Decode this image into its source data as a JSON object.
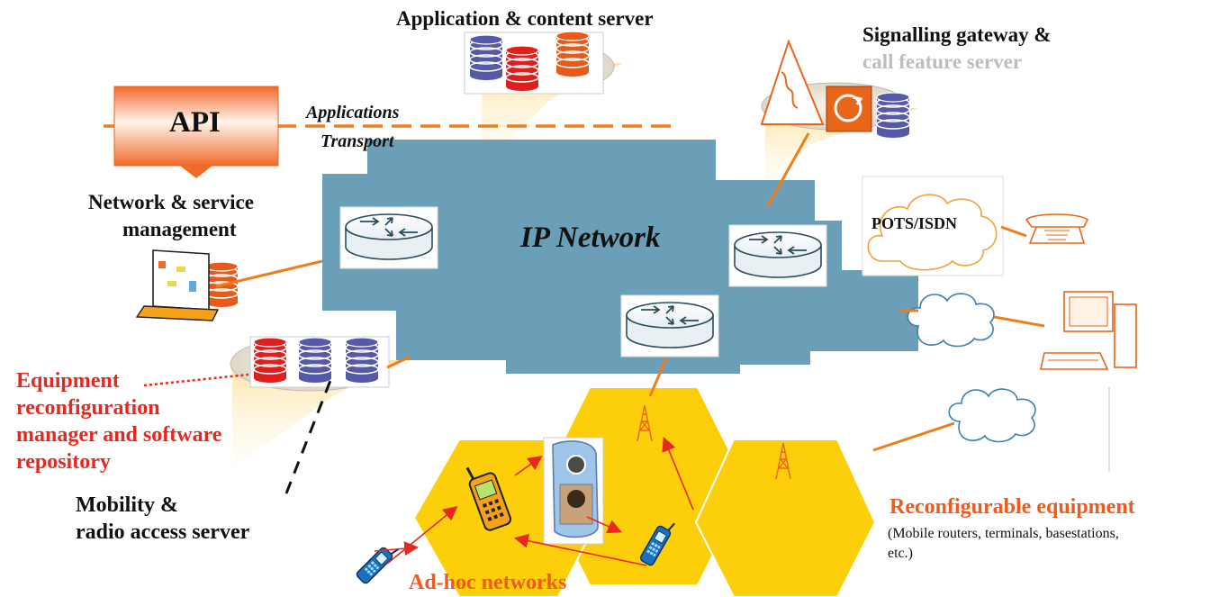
{
  "labels": {
    "app_server": "Application & content server",
    "signalling_line1": "Signalling gateway &",
    "signalling_line2": "call feature server",
    "api": "API",
    "applications": "Applications",
    "transport": "Transport",
    "netmgmt_line1": "Network & service",
    "netmgmt_line2": "management",
    "ip_network": "IP Network",
    "pots": "POTS/ISDN",
    "equip_line1": "Equipment",
    "equip_line2": "reconfiguration",
    "equip_line3": "manager and software",
    "equip_line4": "repository",
    "mobility_line1": "Mobility &",
    "mobility_line2": "radio access server",
    "reconf_title": "Reconfigurable equipment",
    "reconf_sub1": "(Mobile routers, terminals, basestations,",
    "reconf_sub2": "etc.)",
    "adhoc": "Ad-hoc networks"
  },
  "colors": {
    "ip_network": "#6b9fb8",
    "cell": "#fccf0a",
    "accent_orange": "#ef7d1a",
    "red_text": "#e8281e",
    "db_blue": "#5658a8",
    "db_red": "#e01e1e",
    "db_orange": "#e85a1a"
  },
  "icons": [
    "api-box",
    "router-icon",
    "database-icon",
    "laptop-icon",
    "telephone-icon",
    "computer-icon",
    "antenna-tower-icon",
    "mobile-phone-icon",
    "pda-icon",
    "cloud-icon",
    "firewall-icon"
  ]
}
